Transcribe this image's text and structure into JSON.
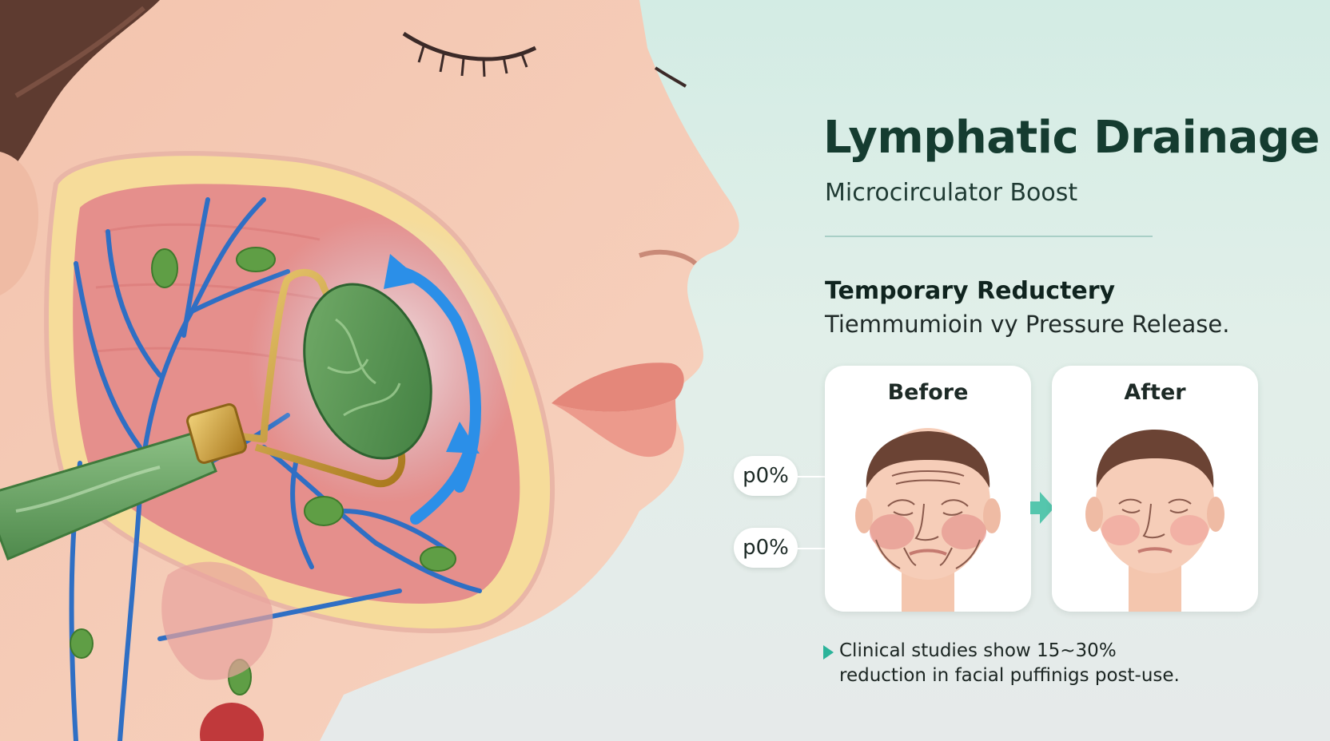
{
  "header": {
    "title": "Lymphatic Drainage",
    "subtitle": "Microcirculator Boost"
  },
  "section": {
    "heading": "Temporary Reductery",
    "text": "Tiemmumioin vy Pressure Release."
  },
  "comparison": {
    "before_label": "Before",
    "after_label": "After",
    "callouts": [
      "p0%",
      "p0%"
    ]
  },
  "note": {
    "line1": "Clinical studies show 15~30%",
    "line2": "reduction in facial puffinigs post-use."
  },
  "colors": {
    "background_top": "#d3ece4",
    "background_bottom": "#e6eaea",
    "title": "#153c30",
    "accent_teal": "#2bb39a",
    "vessel_blue": "#2f6fc4",
    "flow_arrow_blue": "#2b8fe8",
    "jade_green": "#5a9a55",
    "lymph_node_green": "#5f9e45",
    "skin": "#f6cdb8",
    "gold": "#c9a03c"
  },
  "icons": {
    "flow_arrows": "curved-up-arrow-icon",
    "bullet": "triangle-bullet-icon",
    "transition": "arrow-right-icon"
  }
}
